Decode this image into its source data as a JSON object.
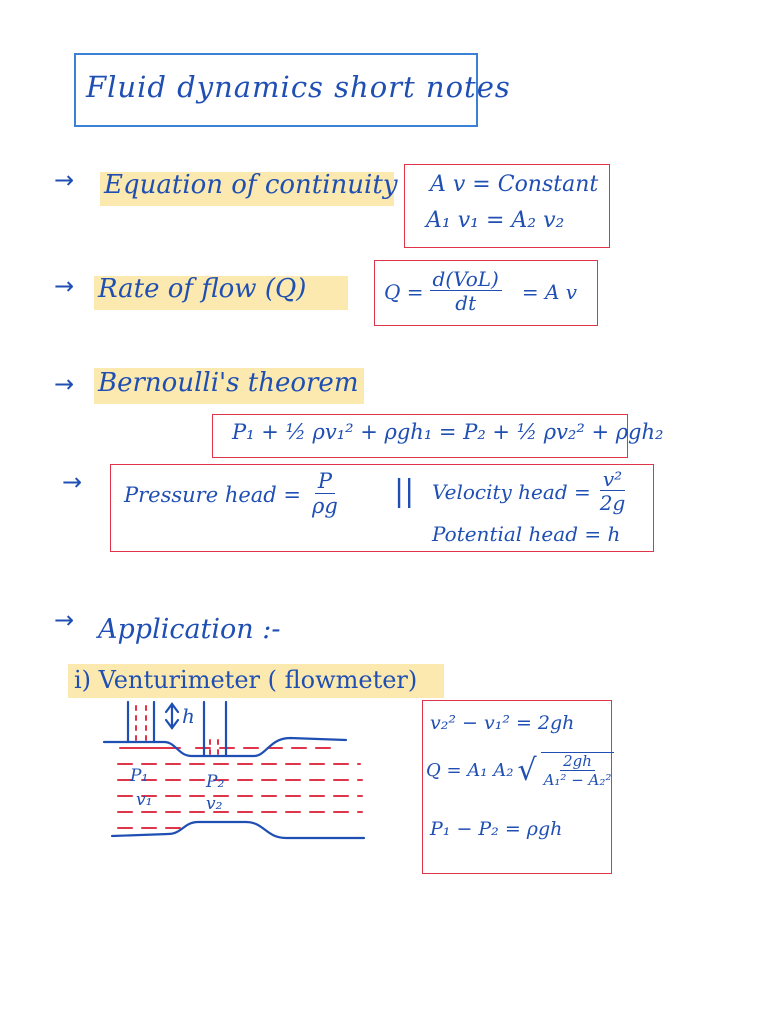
{
  "title": "Fluid dynamics short notes",
  "arrow_glyph": "→",
  "continuity": {
    "heading": "Equation of continuity",
    "eq1": "A v = Constant",
    "eq2_lhs": "A₁ v₁",
    "eq2_eq": "=",
    "eq2_rhs": "A₂ v₂"
  },
  "rate_of_flow": {
    "heading": "Rate of flow (Q)",
    "lhs": "Q =",
    "num": "d(VoL)",
    "den": "dt",
    "rhs": "= A v"
  },
  "bernoulli": {
    "heading": "Bernoulli's theorem",
    "equation": "P₁ + ½ ρv₁² + ρgh₁ = P₂ + ½ ρv₂² + ρgh₂"
  },
  "heads": {
    "pressure_label": "Pressure head =",
    "pressure_num": "P",
    "pressure_den": "ρg",
    "separator": "||",
    "velocity_label": "Velocity head =",
    "velocity_num": "v²",
    "velocity_den": "2g",
    "potential": "Potential head = h"
  },
  "application": {
    "heading": "Application :-",
    "item": "i) Venturimeter ( flowmeter)"
  },
  "venturi_diagram": {
    "h_label": "h",
    "p1": "P₁",
    "v1": "v₁",
    "p2": "P₂",
    "v2": "v₂"
  },
  "venturi_eqs": {
    "eq1": "v₂² − v₁² = 2gh",
    "q_lhs": "Q = A₁ A₂",
    "q_num": "2gh",
    "q_den": "A₁² − A₂²",
    "eq3": "P₁ − P₂ = ρgh"
  }
}
